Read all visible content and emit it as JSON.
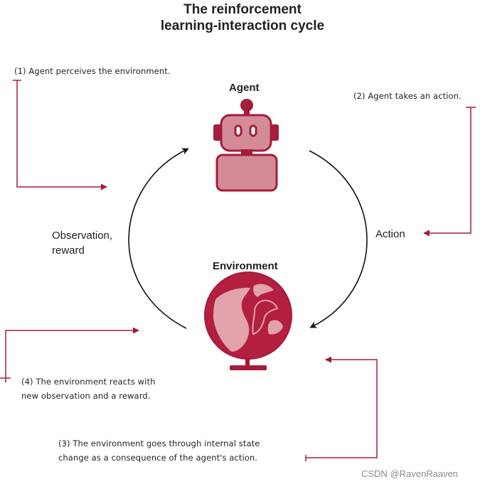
{
  "title": {
    "line1": "The reinforcement",
    "line2": "learning-interaction cycle"
  },
  "nodes": {
    "agent": "Agent",
    "environment": "Environment"
  },
  "edges": {
    "action": "Action",
    "observation_line1": "Observation,",
    "observation_line2": "reward"
  },
  "notes": {
    "step1": "(1) Agent perceives the environment.",
    "step2": "(2) Agent takes an action.",
    "step3_line1": "(3) The environment goes through internal state",
    "step3_line2": "change as a consequence of the agent's action.",
    "step4_line1": "(4) The environment reacts with",
    "step4_line2": "new observation and a reward."
  },
  "watermark": "CSDN @RavenRaaven",
  "colors": {
    "accent": "#a51d3c",
    "robot_light": "#d48b98",
    "globe_dark": "#b21f3f",
    "globe_light": "#e2a3ab",
    "cycle_arrow": "#111111",
    "text": "#231f20"
  },
  "icons": {
    "agent": "robot-icon",
    "environment": "globe-icon"
  }
}
